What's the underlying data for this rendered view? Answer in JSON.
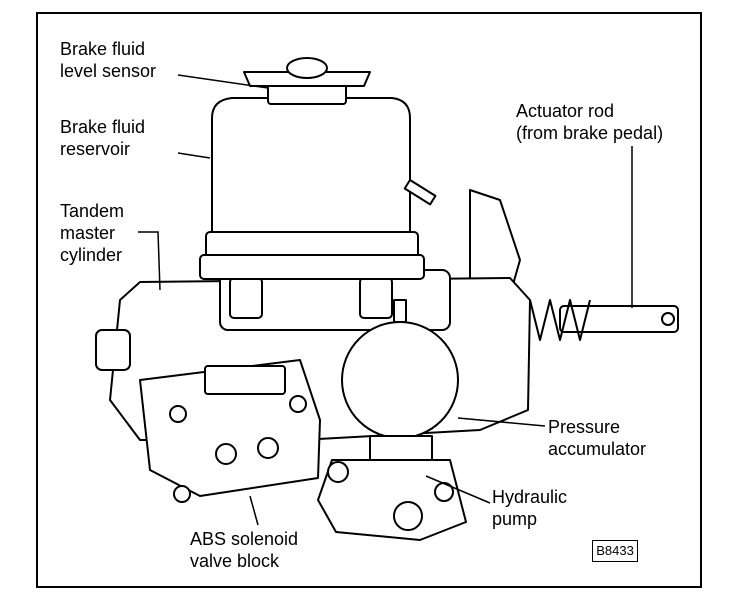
{
  "labels": {
    "level_sensor": [
      "Brake fluid",
      "level sensor"
    ],
    "reservoir": [
      "Brake fluid",
      "reservoir"
    ],
    "master_cylinder": [
      "Tandem",
      "master",
      "cylinder"
    ],
    "actuator_rod": [
      "Actuator rod",
      "(from brake pedal)"
    ],
    "accumulator": [
      "Pressure",
      "accumulator"
    ],
    "pump": [
      "Hydraulic",
      "pump"
    ],
    "solenoid_block": [
      "ABS solenoid",
      "valve block"
    ]
  },
  "figure_code": "B8433"
}
